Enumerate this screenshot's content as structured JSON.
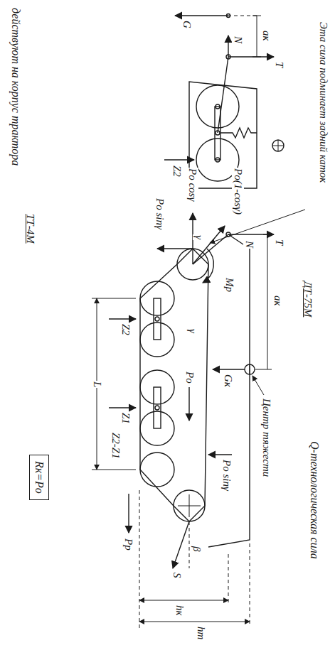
{
  "diagram": {
    "nodes": [
      {
        "text": [
          "Rк=Pо"
        ]
      }
    ],
    "labels": [
      "действуют на корпус трактора",
      "ТТ-4М",
      "Эта сила подминает задний каток",
      "T",
      "N",
      "ак",
      "G",
      "Z2",
      "ДТ-75М",
      "T",
      "N",
      "ак",
      "Центр тяжести",
      "Gк",
      "Pо(1-cosγ)",
      "Pо cosγ",
      "Pо sinγ",
      "Mр",
      "γ",
      "Pо sinγ",
      "γ",
      "Pо",
      "L",
      "Z2",
      "Z1",
      "Z2-Z1",
      "hт",
      "hк",
      "S",
      "β",
      "Pр",
      "Q-технологическая сила"
    ]
  }
}
